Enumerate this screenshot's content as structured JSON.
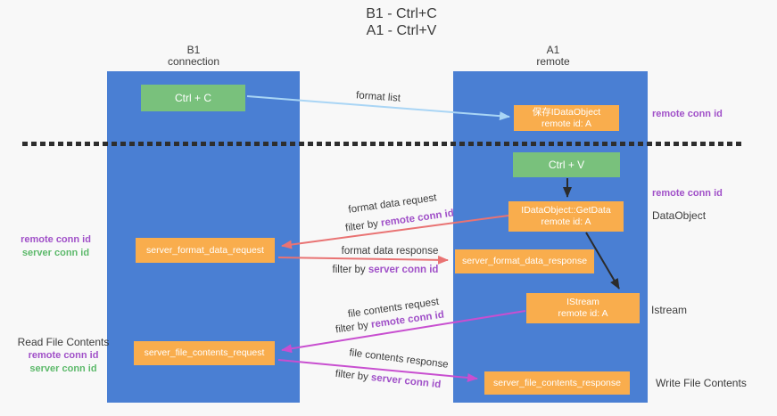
{
  "title": {
    "line1": "B1 - Ctrl+C",
    "line2": "A1 - Ctrl+V"
  },
  "lanes": {
    "left": {
      "name": "B1",
      "role": "connection"
    },
    "right": {
      "name": "A1",
      "role": "remote"
    }
  },
  "nodes": {
    "ctrl_c": {
      "label": "Ctrl + C"
    },
    "ctrl_v": {
      "label": "Ctrl + V"
    },
    "save_dataobject": {
      "line1": "保存IDataObject",
      "line2": "remote id: A"
    },
    "getdata": {
      "line1": "IDataObject::GetData",
      "line2": "remote id: A"
    },
    "istream": {
      "line1": "IStream",
      "line2": "remote id: A"
    },
    "server_format_data_request": {
      "label": "server_format_data_request"
    },
    "server_format_data_response": {
      "label": "server_format_data_response"
    },
    "server_file_contents_request": {
      "label": "server_file_contents_request"
    },
    "server_file_contents_response": {
      "label": "server_file_contents_response"
    }
  },
  "arrows": {
    "format_list": {
      "label": "format list"
    },
    "format_data_request": {
      "label": "format data request",
      "filter_prefix": "filter by",
      "filter_key": "remote conn id"
    },
    "format_data_response": {
      "label": "format data response",
      "filter_prefix": "filter by",
      "filter_key": "server conn id"
    },
    "file_contents_request": {
      "label": "file contents request",
      "filter_prefix": "filter by",
      "filter_key": "remote conn id"
    },
    "file_contents_response": {
      "label": "file contents response",
      "filter_prefix": "filter by",
      "filter_key": "server conn id"
    }
  },
  "side_labels": {
    "right_top_remote_conn_id": "remote conn id",
    "right_mid_remote_conn_id": "remote conn id",
    "right_dataobject": "DataObject",
    "right_istream": "Istream",
    "right_write_file_contents": "Write File Contents",
    "left_mid_remote_conn_id": "remote conn id",
    "left_mid_server_conn_id": "server conn id",
    "left_read_file_contents": "Read File Contents",
    "left_bottom_remote_conn_id": "remote conn id",
    "left_bottom_server_conn_id": "server conn id"
  },
  "colors": {
    "lane_blue": "#4a7fd3",
    "box_green": "#79c17c",
    "box_orange": "#f9ad4d",
    "arrow_salmon": "#e97373",
    "arrow_magenta": "#c84fd0",
    "arrow_lightblue": "#a9d5f5",
    "arrow_black": "#2b2b2b",
    "label_purple": "#a050c8",
    "label_green": "#5cb96a",
    "text_dark": "#3b3b3b",
    "background": "#f8f8f8"
  }
}
